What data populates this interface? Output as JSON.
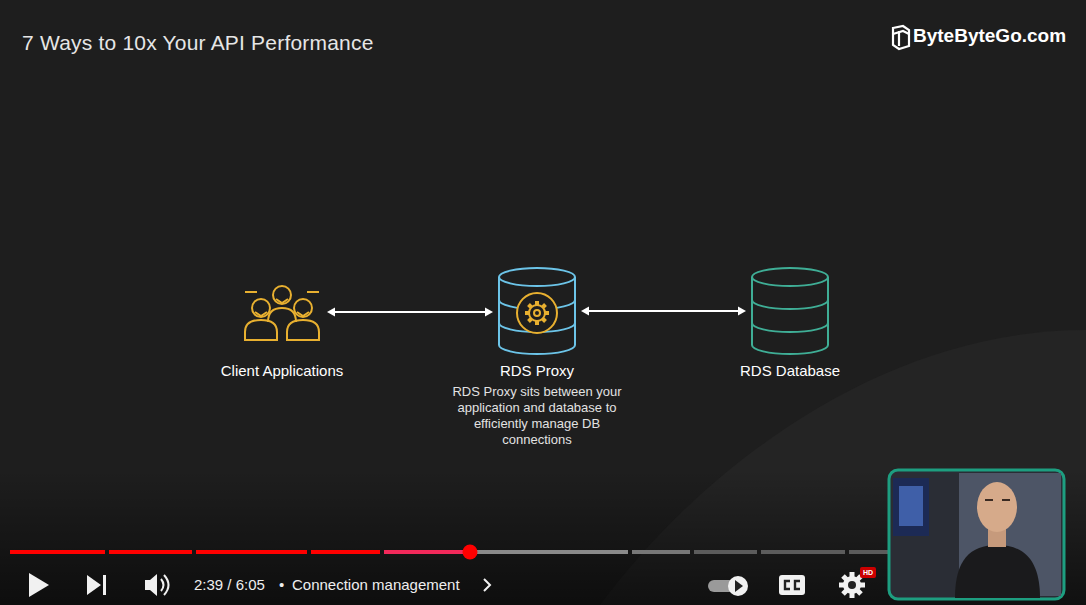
{
  "diagram": {
    "title": "7 Ways to 10x Your API Performance",
    "nodes": [
      {
        "text": [
          "Client Applications"
        ]
      },
      {
        "text": [
          "RDS Proxy",
          "RDS Proxy sits between your application and database to efficiently manage DB connections"
        ]
      },
      {
        "text": [
          "RDS Database"
        ]
      }
    ],
    "edges": [
      {
        "from": 0,
        "to": 1,
        "arrow": "both"
      },
      {
        "from": 1,
        "to": 2,
        "arrow": "both"
      }
    ],
    "labels": [
      "ByteByteGo.com",
      "2:39 / 6:05",
      "•",
      "Connection management",
      "HD"
    ]
  }
}
